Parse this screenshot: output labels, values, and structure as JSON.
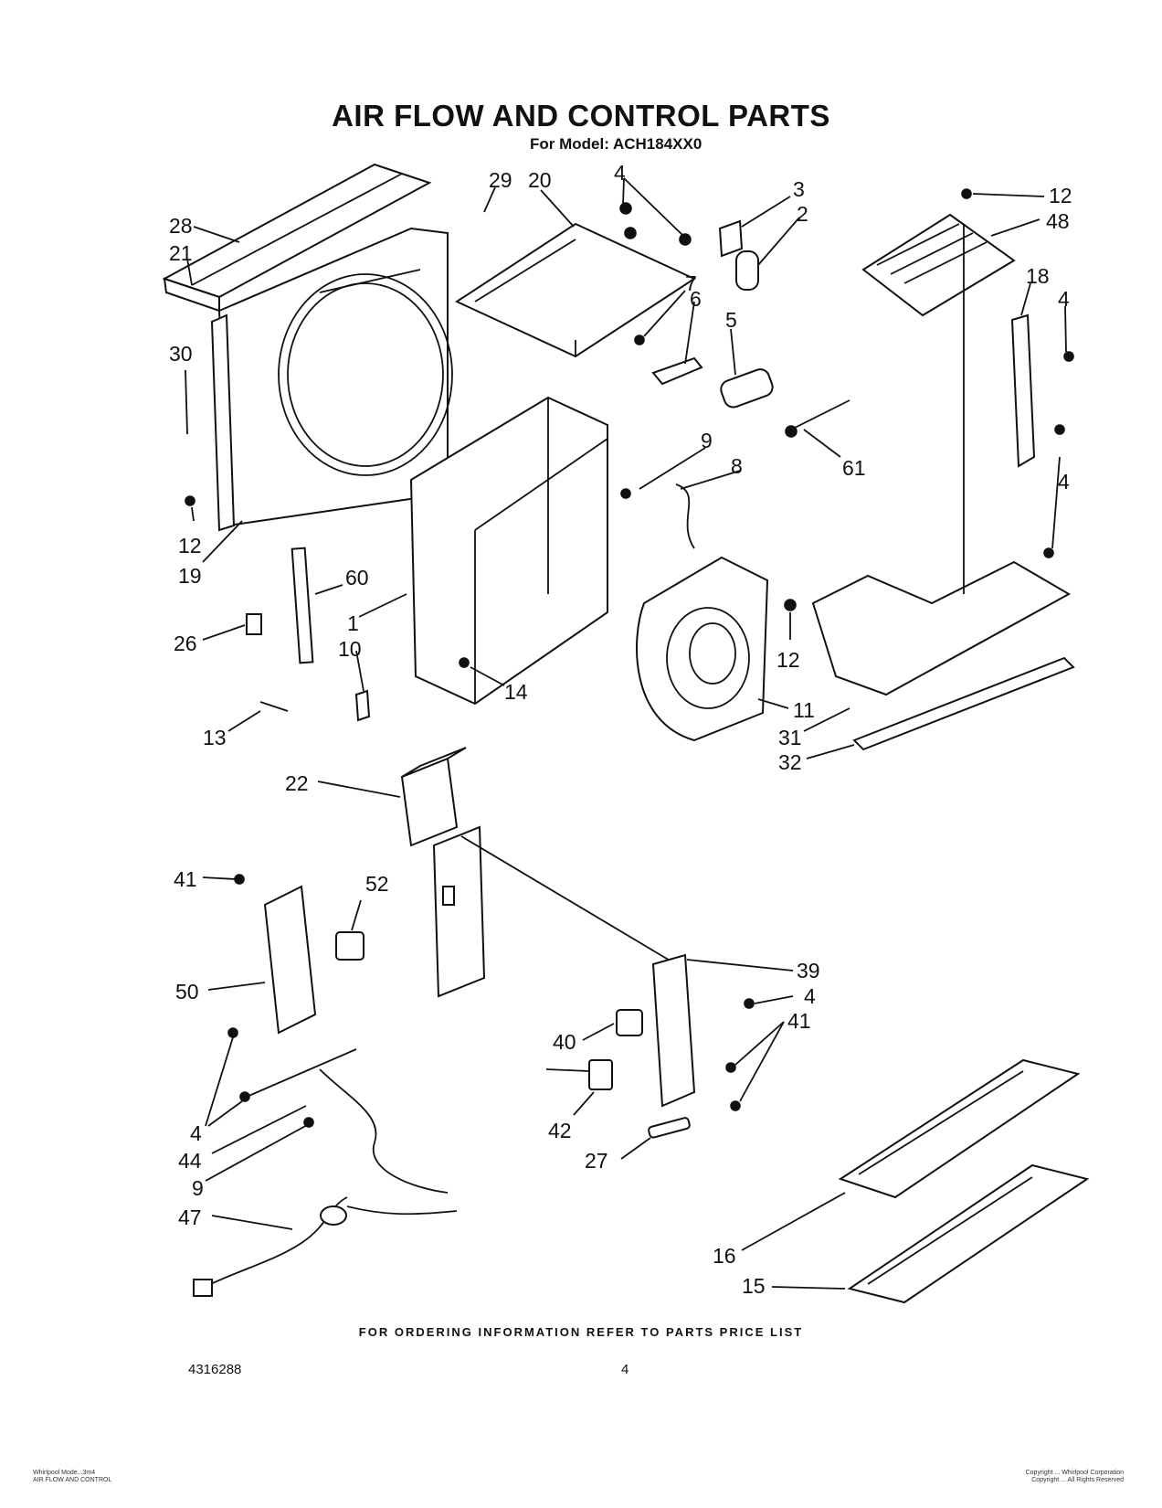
{
  "title": "AIR FLOW AND CONTROL PARTS",
  "subtitle": "For Model: ACH184XX0",
  "part_labels": {
    "p1": "1",
    "p2": "2",
    "p3": "3",
    "p4a": "4",
    "p4b": "4",
    "p4c": "4",
    "p4d": "4",
    "p4e": "4",
    "p5": "5",
    "p6": "6",
    "p7": "7",
    "p8": "8",
    "p9a": "9",
    "p9b": "9",
    "p10": "10",
    "p11": "11",
    "p12a": "12",
    "p12b": "12",
    "p12c": "12",
    "p13": "13",
    "p14": "14",
    "p15": "15",
    "p16": "16",
    "p18": "18",
    "p19": "19",
    "p20": "20",
    "p21": "21",
    "p22": "22",
    "p26": "26",
    "p27": "27",
    "p28": "28",
    "p29": "29",
    "p30": "30",
    "p31": "31",
    "p32": "32",
    "p39": "39",
    "p40": "40",
    "p41a": "41",
    "p41b": "41",
    "p42": "42",
    "p44": "44",
    "p47": "47",
    "p48": "48",
    "p50": "50",
    "p52": "52",
    "p60": "60",
    "p61": "61"
  },
  "ordering_note": "FOR ORDERING INFORMATION REFER TO PARTS PRICE LIST",
  "doc_number": "4316288",
  "page_number": "4",
  "footer_left": [
    "Whirlpool Mode...3m4",
    "AIR FLOW AND CONTROL"
  ],
  "footer_right": [
    "Copyright ... Whirlpool Corporation",
    "Copyright ... All Rights Reserved"
  ]
}
